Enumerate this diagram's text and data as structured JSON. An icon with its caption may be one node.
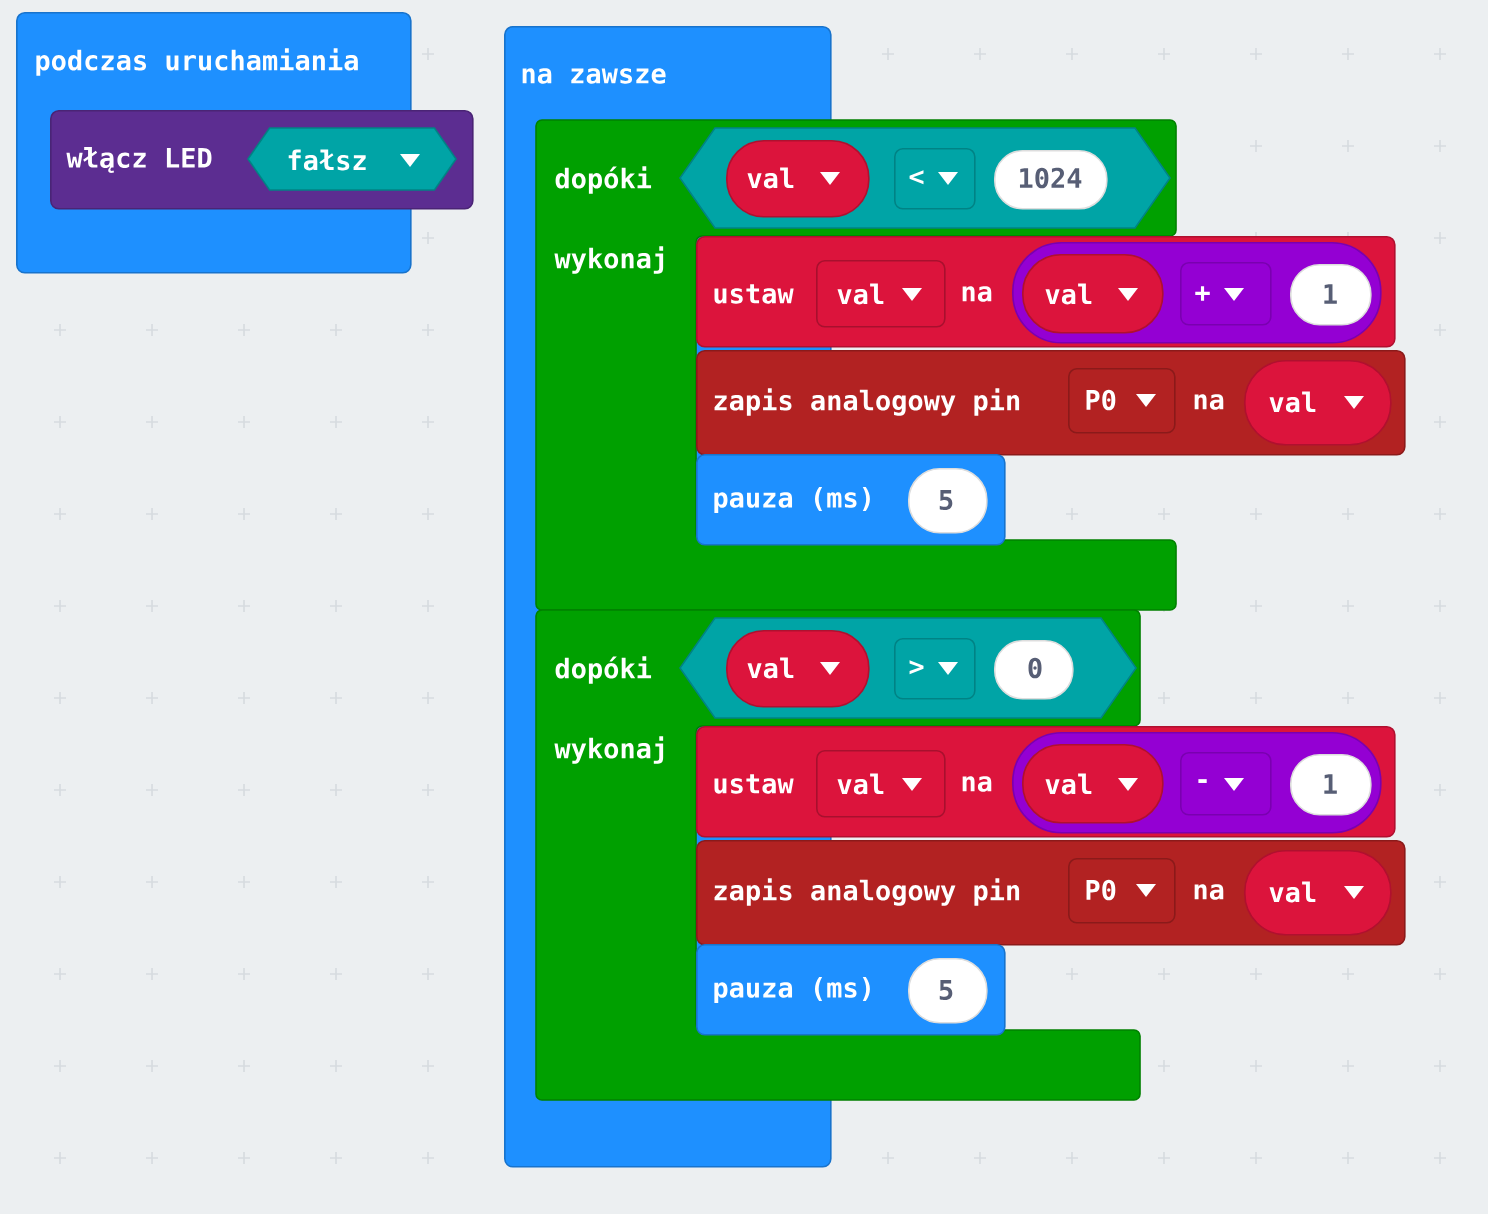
{
  "diagram": {
    "nodes": [
      {
        "text": [
          "podczas uruchamiania"
        ]
      },
      {
        "text": [
          "włącz LED"
        ],
        "in": 0
      },
      {
        "text": [
          "fałsz"
        ],
        "in": 1
      },
      {
        "text": [
          "na zawsze"
        ]
      },
      {
        "text": [
          "dopóki",
          "wykonaj"
        ]
      },
      {
        "text": [],
        "shape": "hexagon",
        "in": 4
      },
      {
        "text": [
          "val"
        ],
        "in": 5
      },
      {
        "text": [
          "<"
        ],
        "in": 5
      },
      {
        "text": [
          "1024"
        ],
        "in": 5
      },
      {
        "text": [
          "ustaw",
          "na"
        ]
      },
      {
        "text": [
          "val"
        ],
        "in": 9
      },
      {
        "text": [],
        "shape": "pill",
        "in": 9
      },
      {
        "text": [
          "val"
        ],
        "in": 11
      },
      {
        "text": [
          "+"
        ],
        "in": 11
      },
      {
        "text": [
          "1"
        ],
        "in": 11
      },
      {
        "text": [
          "zapis analogowy pin",
          "na"
        ]
      },
      {
        "text": [
          "P0"
        ],
        "in": 15
      },
      {
        "text": [
          "val"
        ],
        "in": 15
      },
      {
        "text": [
          "pauza (ms)"
        ],
        "in": 4
      },
      {
        "text": [
          "5"
        ],
        "in": 18
      },
      {
        "text": [
          "dopóki",
          "wykonaj"
        ]
      },
      {
        "text": [],
        "shape": "hexagon",
        "in": 20
      },
      {
        "text": [
          "val"
        ],
        "in": 21
      },
      {
        "text": [
          ">"
        ],
        "in": 21
      },
      {
        "text": [
          "0"
        ],
        "in": 21
      },
      {
        "text": [
          "ustaw",
          "na"
        ]
      },
      {
        "text": [
          "val"
        ],
        "in": 25
      },
      {
        "text": [],
        "shape": "pill",
        "in": 25
      },
      {
        "text": [
          "val"
        ],
        "in": 27
      },
      {
        "text": [
          "-"
        ],
        "in": 27
      },
      {
        "text": [
          "1"
        ],
        "in": 27
      },
      {
        "text": [
          "zapis analogowy pin",
          "na"
        ]
      },
      {
        "text": [
          "P0"
        ],
        "in": 31
      },
      {
        "text": [
          "val"
        ],
        "in": 31
      },
      {
        "text": [
          "pauza (ms)"
        ],
        "in": 20
      },
      {
        "text": [
          "5"
        ],
        "in": 34
      }
    ]
  }
}
